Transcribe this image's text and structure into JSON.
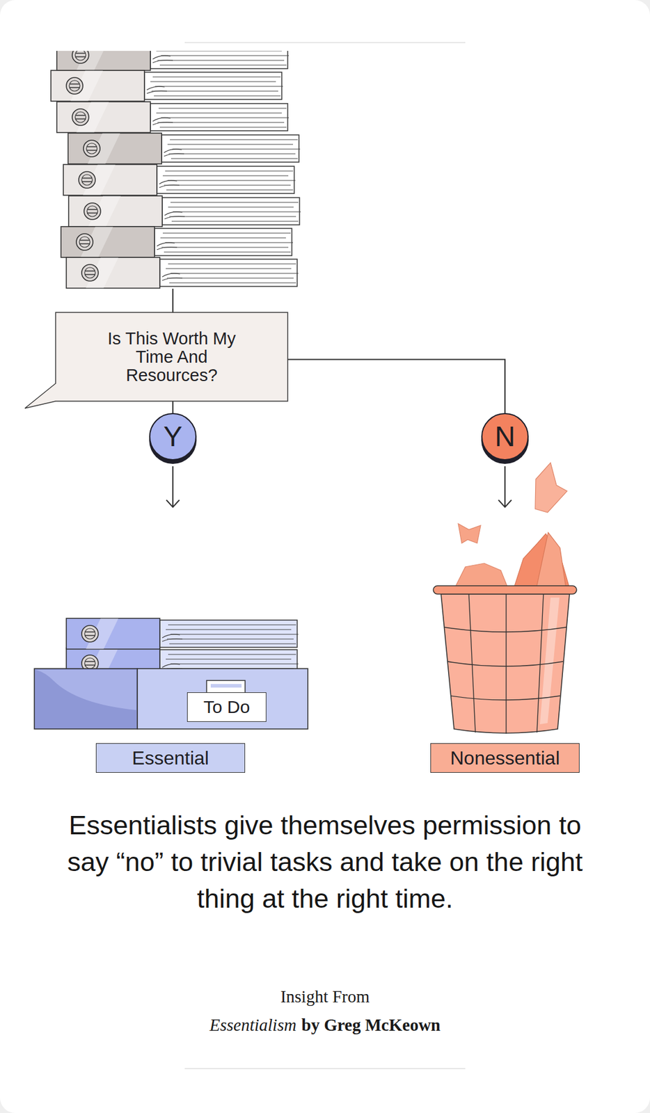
{
  "diagram": {
    "caption": "Essentialists give themselves permission to say “no” to trivial tasks and take on the right thing at the right time.",
    "nodes": [
      {
        "text": [
          "Is This Worth My Time And Resources?"
        ]
      },
      {
        "text": [
          "Y"
        ]
      },
      {
        "text": [
          "N"
        ]
      },
      {
        "text": [
          "To Do"
        ]
      },
      {
        "text": [
          "Essential"
        ]
      },
      {
        "text": [
          "Nonessential"
        ]
      }
    ],
    "edges": [
      {
        "from": 0,
        "to": 1,
        "arrow": "none"
      },
      {
        "from": 0,
        "to": 2,
        "arrow": "none"
      }
    ],
    "labels": [
      "Insight From",
      "Essentialism",
      "by Greg McKeown"
    ]
  }
}
